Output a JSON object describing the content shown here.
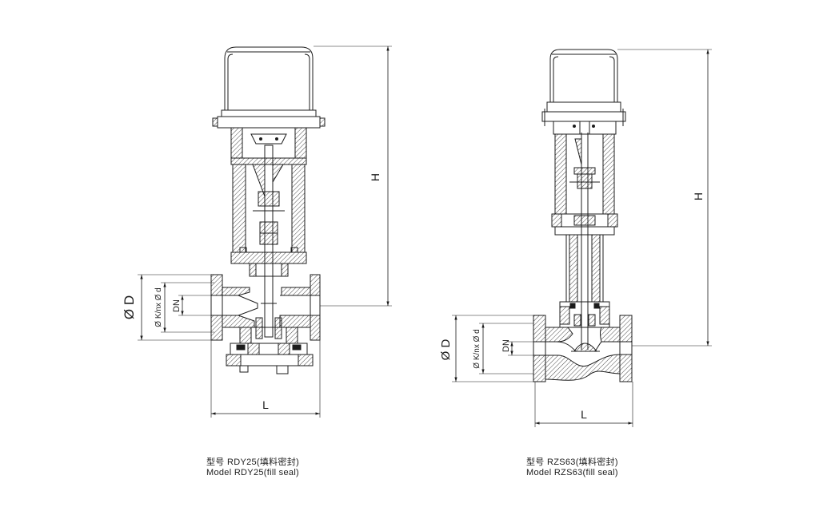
{
  "drawings": [
    {
      "dim_h": "H",
      "dim_d": "Ø D",
      "dim_k": "Ø K/nx Ø d",
      "dim_dn": "DN",
      "dim_l": "L",
      "caption_cn": "型号 RDY25(填料密封)",
      "caption_en": "Model RDY25(fill seal)"
    },
    {
      "dim_h": "H",
      "dim_d": "Ø D",
      "dim_k": "Ø K/nx Ø d",
      "dim_dn": "DN",
      "dim_l": "L",
      "caption_cn": "型号 RZS63(填料密封)",
      "caption_en": "Model RZS63(fill seal)"
    }
  ]
}
